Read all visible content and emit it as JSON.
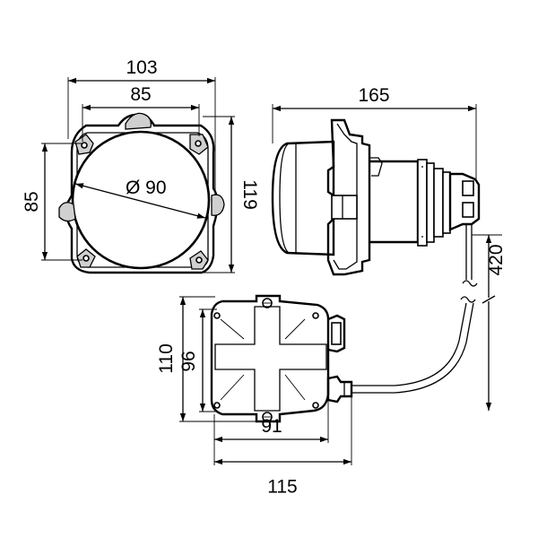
{
  "front_view": {
    "width_outer": "103",
    "width_inner": "85",
    "height_inner": "85",
    "height_outer": "119",
    "diameter": "Ø 90"
  },
  "side_view": {
    "length": "165",
    "cable_length": "420"
  },
  "ballast_view": {
    "height_outer": "110",
    "height_inner": "96",
    "width_inner": "91",
    "width_outer": "115"
  },
  "colors": {
    "line": "#000000",
    "background": "#ffffff",
    "shade": "#d0d0d0"
  }
}
